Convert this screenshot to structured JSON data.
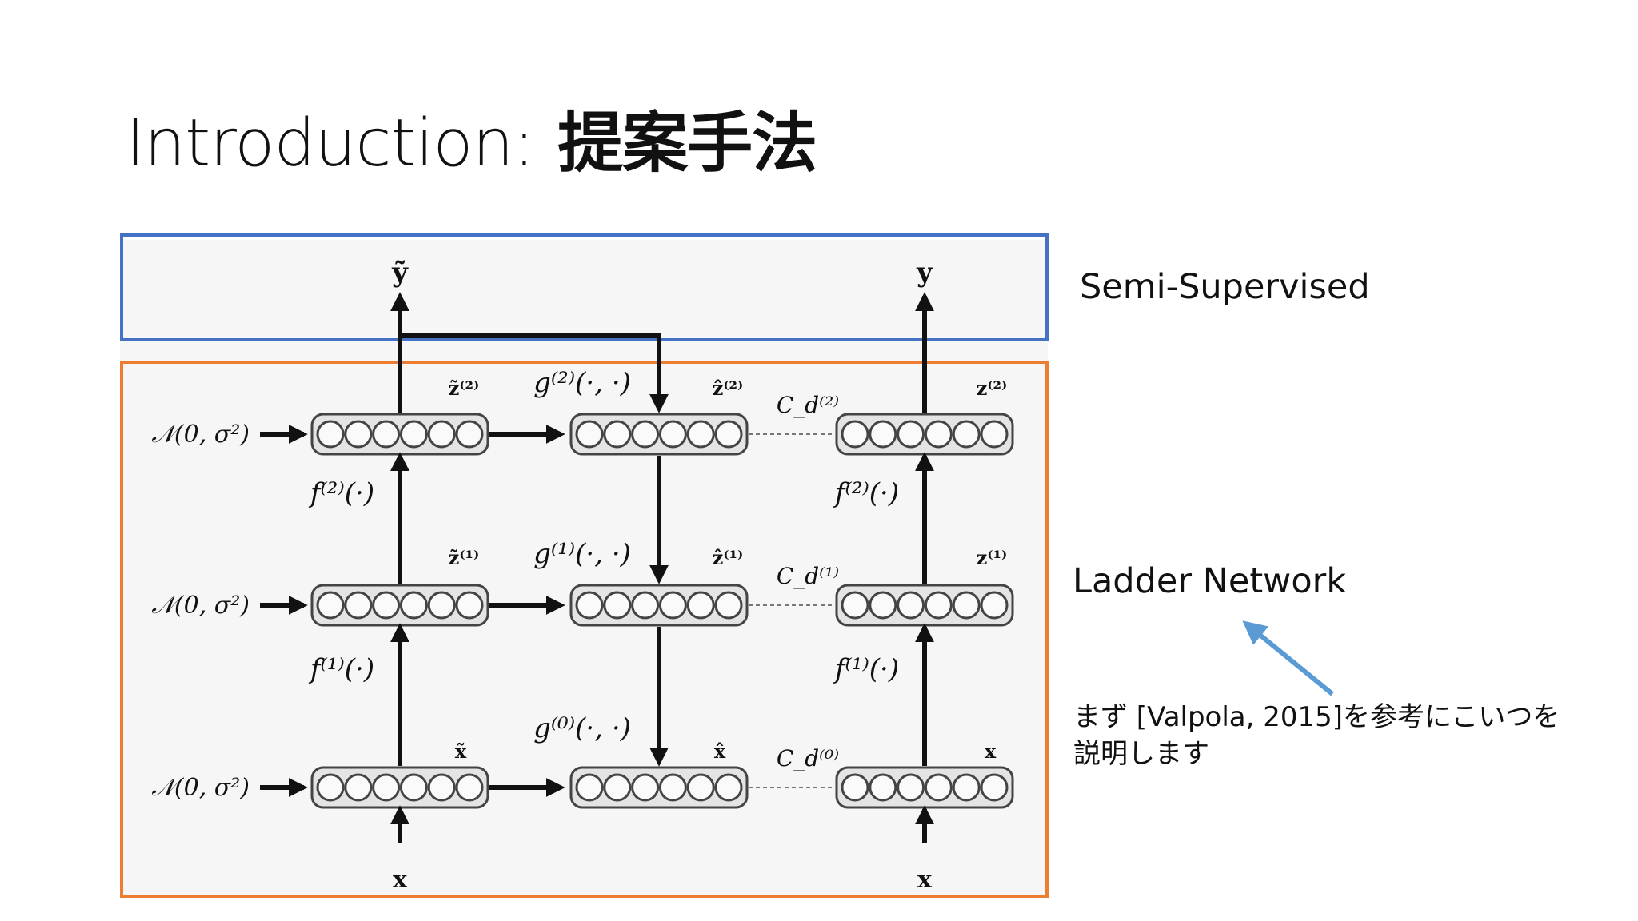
{
  "slide": {
    "title_prefix": "Introduction:",
    "title_jp": "提案手法"
  },
  "labels": {
    "semi_supervised": "Semi-Supervised",
    "ladder_network": "Ladder Network",
    "note_line1": "まず [Valpola, 2015]を参考にこいつを",
    "note_line2": "説明します"
  },
  "diagram": {
    "outputs": {
      "y_tilde": "ỹ",
      "y": "y"
    },
    "inputs": {
      "x_left": "x",
      "x_right": "x"
    },
    "noise": [
      "𝒩(0, σ²)",
      "𝒩(0, σ²)",
      "𝒩(0, σ²)"
    ],
    "encoder_fns_left": [
      "f⁽²⁾(·)",
      "f⁽¹⁾(·)"
    ],
    "encoder_fns_right": [
      "f⁽²⁾(·)",
      "f⁽¹⁾(·)"
    ],
    "decoder_fns": [
      "g⁽²⁾(·, ·)",
      "g⁽¹⁾(·, ·)",
      "g⁽⁰⁾(·, ·)"
    ],
    "cost_labels": [
      "C_d⁽²⁾",
      "C_d⁽¹⁾",
      "C_d⁽⁰⁾"
    ],
    "noisy_states": [
      "z̃⁽²⁾",
      "z̃⁽¹⁾",
      "x̃"
    ],
    "denoised_states": [
      "ẑ⁽²⁾",
      "ẑ⁽¹⁾",
      "x̂"
    ],
    "clean_states": [
      "z⁽²⁾",
      "z⁽¹⁾",
      "x"
    ]
  },
  "colors": {
    "semi_supervised_box": "#4472c4",
    "ladder_box": "#ed7d31",
    "annotation_arrow": "#5b9bd5"
  }
}
